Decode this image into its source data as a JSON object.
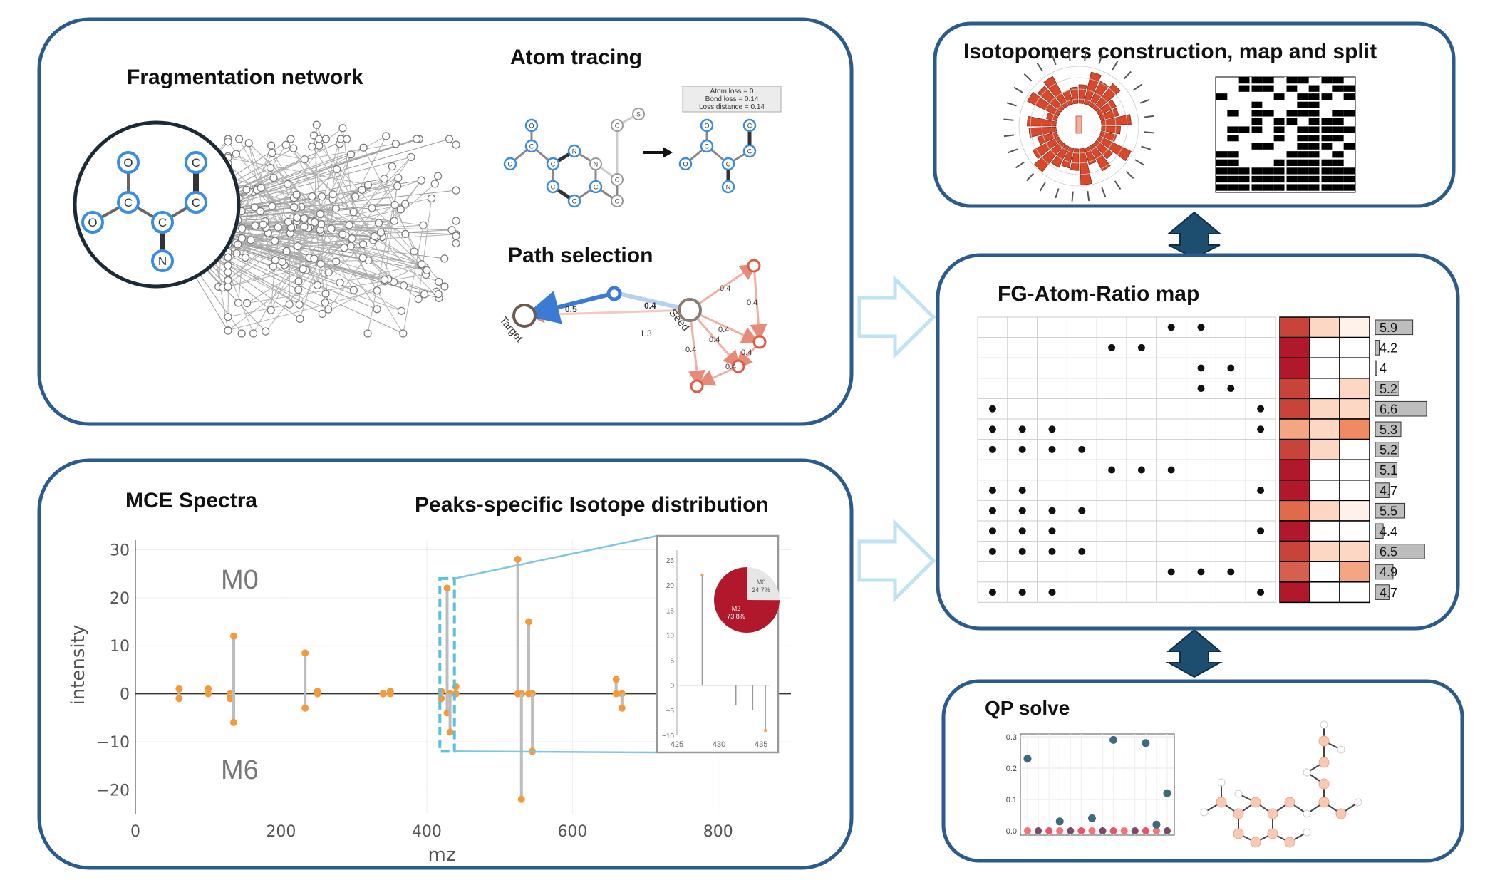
{
  "panels": {
    "network": {
      "fragmentation_title": "Fragmentation network",
      "atom_tracing_title": "Atom tracing",
      "path_selection_title": "Path selection",
      "tooltip": [
        "Atom loss = 0",
        "Bond loss = 0.14",
        "Loss distance = 0.14"
      ],
      "molecule_atoms": [
        "O",
        "C",
        "O",
        "C",
        "N",
        "C",
        "C"
      ],
      "path_labels": {
        "target": "Target",
        "seed": "Seed",
        "e1": "0.5",
        "e2": "0.4",
        "e3": "1.3",
        "e4": "0.4",
        "e5": "0.4",
        "e6": "0.4",
        "e7": "0.4",
        "e8": "0.4",
        "e9": "0.4",
        "e10": "0.4"
      }
    },
    "isotopomers": {
      "title": "Isotopomers construction, map and split"
    },
    "fg_map": {
      "title": "FG-Atom-Ratio map",
      "ratios": [
        "5.9",
        "4.2",
        "4",
        "5.2",
        "6.6",
        "5.3",
        "5.2",
        "5.1",
        "4.7",
        "5.5",
        "4.4",
        "6.5",
        "4.9",
        "4.7"
      ]
    },
    "qp": {
      "title": "QP solve"
    },
    "spectra": {
      "mce_title": "MCE Spectra",
      "peaks_title": "Peaks-specific Isotope distribution",
      "m0_label": "M0",
      "m6_label": "M6",
      "xlabel": "mz",
      "ylabel": "intensity",
      "pie": {
        "m0_label": "M0",
        "m0_pct": "24.7%",
        "m2_label": "M2",
        "m2_pct": "73.8%"
      }
    }
  },
  "colors": {
    "panel_border": "#2b5a8c",
    "dark_red": "#b2182b",
    "orange": "#f4a261",
    "arrow_blue": "#1d4e6f",
    "light_blue": "#bfe3f2",
    "teal": "#3d6b7d",
    "peak_orange": "#f59a3a"
  },
  "chart_data": [
    {
      "type": "bar",
      "title": "MCE Spectra",
      "xlabel": "mz",
      "ylabel": "intensity",
      "xlim": [
        0,
        900
      ],
      "ylim": [
        -25,
        32
      ],
      "x_ticks": [
        "0",
        "200",
        "400",
        "600",
        "800"
      ],
      "y_ticks": [
        "30",
        "20",
        "10",
        "0",
        "−10",
        "−20"
      ],
      "series": [
        {
          "name": "M0",
          "x": [
            60,
            100,
            130,
            135,
            233,
            250,
            340,
            350,
            420,
            428,
            432,
            440,
            525,
            530,
            540,
            545,
            660,
            668
          ],
          "values": [
            1,
            1,
            0,
            12,
            8.5,
            0.5,
            0,
            0.5,
            0.5,
            22,
            0,
            1.5,
            28,
            0,
            15,
            0,
            3,
            0
          ]
        },
        {
          "name": "M6",
          "x": [
            60,
            100,
            130,
            135,
            233,
            250,
            340,
            350,
            420,
            428,
            432,
            440,
            525,
            530,
            540,
            545,
            660,
            668
          ],
          "values": [
            -1,
            0,
            -1,
            -6,
            -3,
            0,
            0,
            0,
            -1,
            -4,
            -8,
            0,
            0,
            -22,
            0,
            -12,
            0,
            -3
          ]
        }
      ]
    },
    {
      "type": "bar",
      "title": "",
      "xlim": [
        425,
        436
      ],
      "ylim": [
        -10,
        27
      ],
      "x_ticks": [
        "425",
        "430",
        "435"
      ],
      "y_ticks": [
        "25",
        "20",
        "15",
        "10",
        "5",
        "0",
        "−5",
        "−10"
      ],
      "series": [
        {
          "name": "",
          "x": [
            428,
            428.5,
            432,
            434,
            435.5
          ],
          "values": [
            22,
            0,
            -4,
            -5,
            -9
          ]
        }
      ]
    },
    {
      "type": "pie",
      "labels": [
        "M0",
        "M2"
      ],
      "values": [
        24.7,
        73.8
      ]
    },
    {
      "type": "scatter",
      "title": "",
      "ylim": [
        0,
        0.3
      ],
      "y_ticks": [
        "0.3",
        "0.2",
        "0.1",
        "0.0"
      ],
      "series": [
        {
          "name": "",
          "values": [
            0.23,
            0,
            0,
            0.03,
            0,
            0,
            0.04,
            0,
            0.29,
            0,
            0,
            0.28,
            0.02,
            0.12
          ]
        }
      ]
    }
  ]
}
